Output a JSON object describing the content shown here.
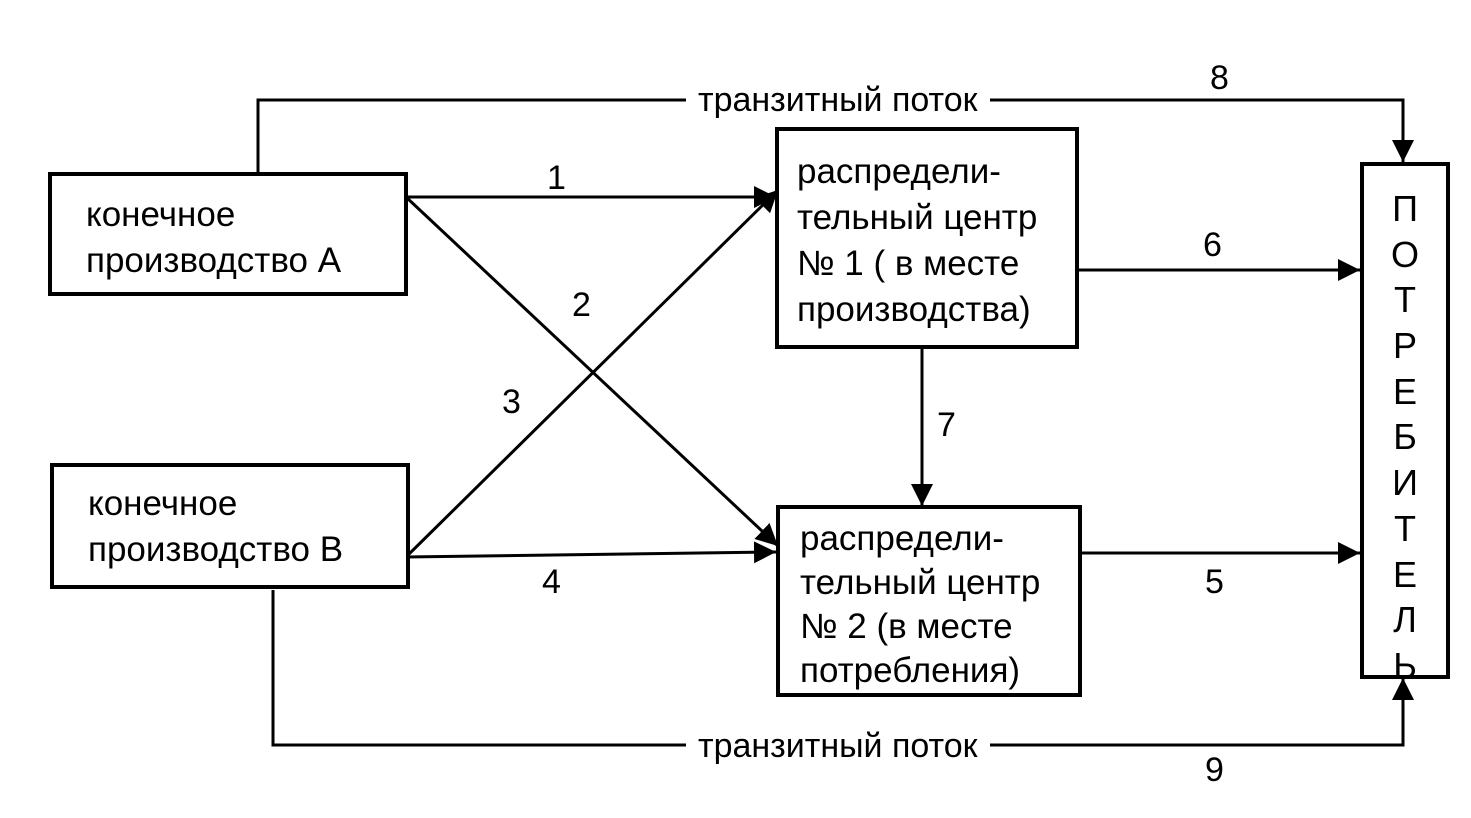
{
  "nodes": {
    "production_a": {
      "lines": [
        "конечное",
        "производство А"
      ]
    },
    "production_b": {
      "lines": [
        "конечное",
        "производство В"
      ]
    },
    "dc1": {
      "lines": [
        "распредели-",
        "тельный центр",
        "№ 1 ( в месте",
        "производства)"
      ]
    },
    "dc2": {
      "lines": [
        "распредели-",
        "тельный центр",
        "№ 2 (в месте",
        "потребления)"
      ]
    },
    "consumer": {
      "letters": [
        "П",
        "О",
        "Т",
        "Р",
        "Е",
        "Б",
        "И",
        "Т",
        "Е",
        "Л",
        "Ь"
      ]
    }
  },
  "flows": {
    "f1": "1",
    "f2": "2",
    "f3": "3",
    "f4": "4",
    "f5": "5",
    "f6": "6",
    "f7": "7",
    "f8": "8",
    "f9": "9"
  },
  "transit": {
    "top": "транзитный поток",
    "bottom": "транзитный поток"
  }
}
